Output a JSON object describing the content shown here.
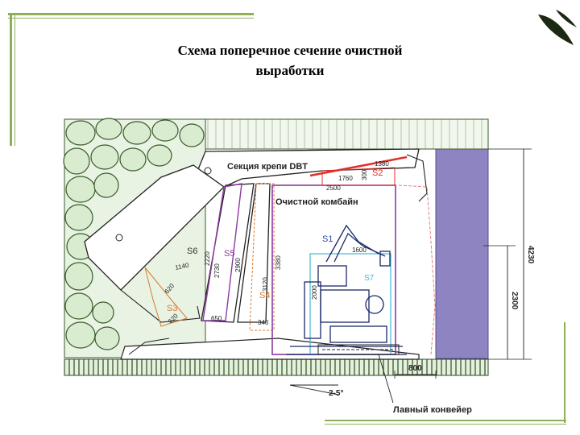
{
  "slide": {
    "title_line1": "Схема поперечное сечение очистной",
    "title_line2": "выработки"
  },
  "diagram": {
    "labels": {
      "support_section": "Секция крепи DBT",
      "shearer": "Очистной комбайн",
      "conveyor": "Лавный конвейер"
    },
    "areas": {
      "s1": "S1",
      "s2": "S2",
      "s3": "S3",
      "s4": "S4",
      "s5": "S5",
      "s6": "S6",
      "s7": "S7"
    },
    "dimensions": {
      "d1380": "1380",
      "d300": "300",
      "d1760": "1760",
      "d2500": "2500",
      "d1600": "1600",
      "d2220": "2220",
      "d2730": "2730",
      "d2900": "2900",
      "d3380": "3380",
      "d3120": "3120",
      "d1140": "1140",
      "d620a": "620",
      "d620b": "620",
      "d650": "650",
      "d340": "340",
      "d2000": "2000",
      "d4230": "4230",
      "d2300": "2300",
      "d800": "800",
      "slope": "2-5°"
    },
    "colors": {
      "rock_fill": "#d9ecd0",
      "rock_stroke": "#3a5a2a",
      "seam": "#8f84c2",
      "accent_red": "#e0302a",
      "area_purple": "#8a3aa0",
      "area_cyan": "#3fb8d6",
      "area_blue": "#2a4aa8",
      "area_orange": "#d87a30",
      "frame_green": "#8fae5a"
    }
  }
}
